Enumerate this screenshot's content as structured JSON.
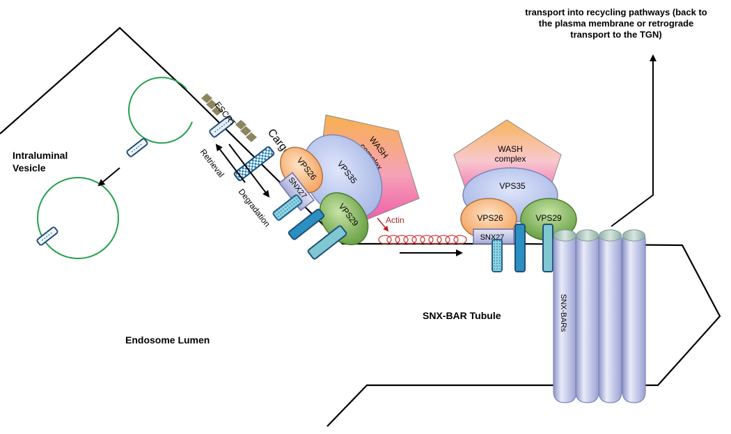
{
  "labels": {
    "recycling_line1": "transport into recycling pathways (back to",
    "recycling_line2": "the plasma membrane or retrograde",
    "recycling_line3": "transport to the TGN)",
    "intraluminal_line1": "Intraluminal",
    "intraluminal_line2": "Vesicle",
    "escrt": "ESCRT",
    "cargo": "Cargo",
    "retrieval": "Retrieval",
    "degradation": "Degradation",
    "actin": "Actin",
    "snx_bar_tubule": "SNX-BAR Tubule",
    "endosome_lumen": "Endosome Lumen",
    "snx_bars": "SNX-BARs"
  },
  "complex_left": {
    "wash_line1": "WASH",
    "wash_line2": "complex",
    "vps26": "VPS26",
    "vps35": "VPS35",
    "vps29": "VPS29",
    "snx27": "SNX27"
  },
  "complex_right": {
    "wash_line1": "WASH",
    "wash_line2": "complex",
    "vps26": "VPS26",
    "vps35": "VPS35",
    "vps29": "VPS29",
    "snx27": "SNX27"
  },
  "colors": {
    "vesicle_membrane": "#22a04b",
    "cargo_blue": "#1f6fa6",
    "escrt_olive": "#8c8560",
    "vps26_orange": "#f5a660",
    "vps35_lavender": "#a9b6e6",
    "vps29_green": "#6fa24a",
    "wash_pink": "#f07ab0",
    "wash_orange": "#f7b25a",
    "snx_bar_lavender": "#aeb4df",
    "actin_red": "#b22222"
  }
}
